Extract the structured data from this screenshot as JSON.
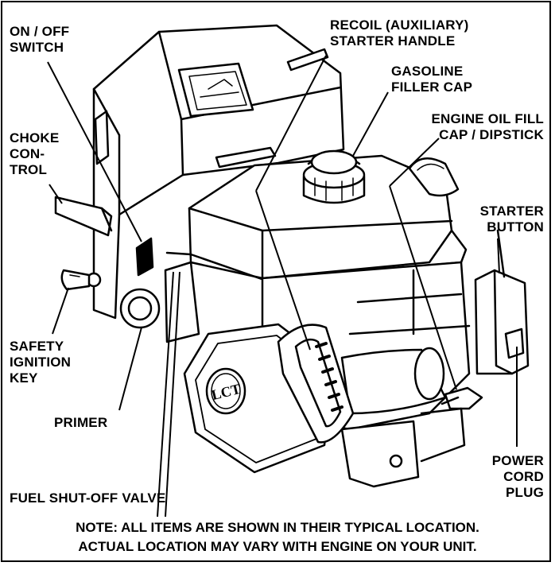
{
  "labels": {
    "on_off_switch": "ON / OFF\nSWITCH",
    "choke_control": "CHOKE\nCON-\nTROL",
    "safety_ignition_key": "SAFETY\nIGNITION\nKEY",
    "primer": "PRIMER",
    "fuel_shutoff_valve": "FUEL SHUT-OFF VALVE",
    "recoil_starter_handle": "RECOIL (AUXILIARY)\nSTARTER HANDLE",
    "gasoline_filler_cap": "GASOLINE\nFILLER CAP",
    "engine_oil_fill_cap": "ENGINE OIL FILL\nCAP / DIPSTICK",
    "starter_button": "STARTER\nBUTTON",
    "power_cord_plug": "POWER\nCORD\nPLUG"
  },
  "logo_text": "LCT",
  "note": {
    "line1": "NOTE:  ALL ITEMS ARE SHOWN IN THEIR TYPICAL LOCATION.",
    "line2": "ACTUAL LOCATION MAY VARY WITH ENGINE ON YOUR UNIT."
  }
}
